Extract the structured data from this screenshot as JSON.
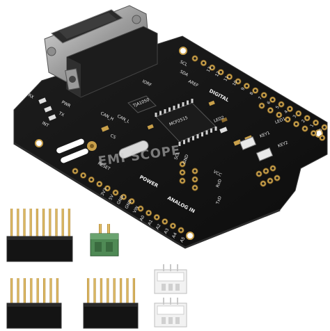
{
  "board": {
    "silkscreen": {
      "rx": "RX",
      "tx": "TX",
      "int": "INT",
      "pwr": "PWR",
      "can_h": "CAN_H",
      "can_l": "CAN_L",
      "cs": "CS",
      "scl": "SCL",
      "sda": "SDA",
      "gnd": "GND",
      "vcc": "VCC",
      "rxd": "RxD",
      "txd": "TxD",
      "power": "POWER",
      "analog_in": "ANALOG IN",
      "digital": "DIGITAL",
      "led1": "LED1",
      "led2": "LED2",
      "key1": "KEY1",
      "key2": "KEY2",
      "aref": "AREF",
      "iorf": "IORF",
      "reset": "RESET",
      "a_labels": [
        "A0",
        "A1",
        "A2",
        "A3",
        "A4",
        "A5"
      ],
      "d_labels": [
        "13",
        "12",
        "11",
        "10",
        "9",
        "8",
        "7",
        "6",
        "5",
        "4",
        "3",
        "2",
        "1",
        "0"
      ],
      "p_labels": [
        "3V3",
        "5V",
        "GND",
        "GND",
        "VIN"
      ],
      "ic_label": "MCP2515",
      "ic2_label": "TJA1050"
    },
    "watermark": "EMI SCOPE",
    "colors": {
      "pcb": "#141414",
      "pad": "#c9a04a",
      "white_connector": "#f2f2f2",
      "green_terminal": "#4f8a55"
    }
  },
  "loose_parts": {
    "headers": [
      "header-10-pin",
      "header-8-pin-left",
      "header-8-pin-right"
    ],
    "terminal": "terminal-block-2-pin",
    "connectors": [
      "jst-connector-top",
      "jst-connector-bottom"
    ]
  }
}
